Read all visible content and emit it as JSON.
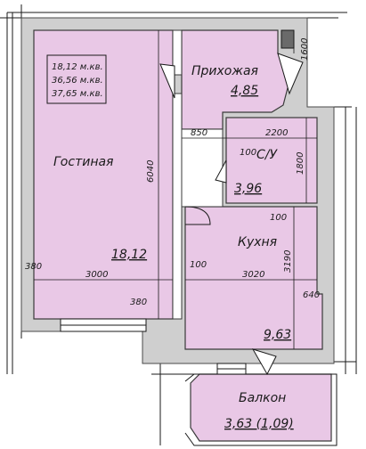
{
  "summary": {
    "living_area": "18,12 м.кв.",
    "total_area": "36,56 м.кв.",
    "total_area_with_balcony": "37,65 м.кв."
  },
  "rooms": {
    "living": {
      "name": "Гостиная",
      "area": "18,12"
    },
    "hall": {
      "name": "Прихожая",
      "area": "4,85"
    },
    "bath": {
      "name": "С/У",
      "area": "3,96"
    },
    "kitchen": {
      "name": "Кухня",
      "area": "9,63"
    },
    "balcony": {
      "name": "Балкон",
      "area": "3,63 (1,09)"
    }
  },
  "dimensions": {
    "living_height": "6040",
    "living_width": "3000",
    "living_wall_left": "380",
    "bottom_wall": "380",
    "hall_door_width": "1600",
    "hall_width": "850",
    "bath_width": "2200",
    "bath_height": "1800",
    "bath_wall": "100",
    "kitchen_wall_top": "100",
    "kitchen_wall_left": "100",
    "kitchen_width": "3020",
    "kitchen_height": "3190",
    "kitchen_wall_right": "640"
  },
  "colors": {
    "room_fill": "#e9c8e6",
    "wall": "#6a6a6a",
    "line": "#1a1a1a"
  }
}
